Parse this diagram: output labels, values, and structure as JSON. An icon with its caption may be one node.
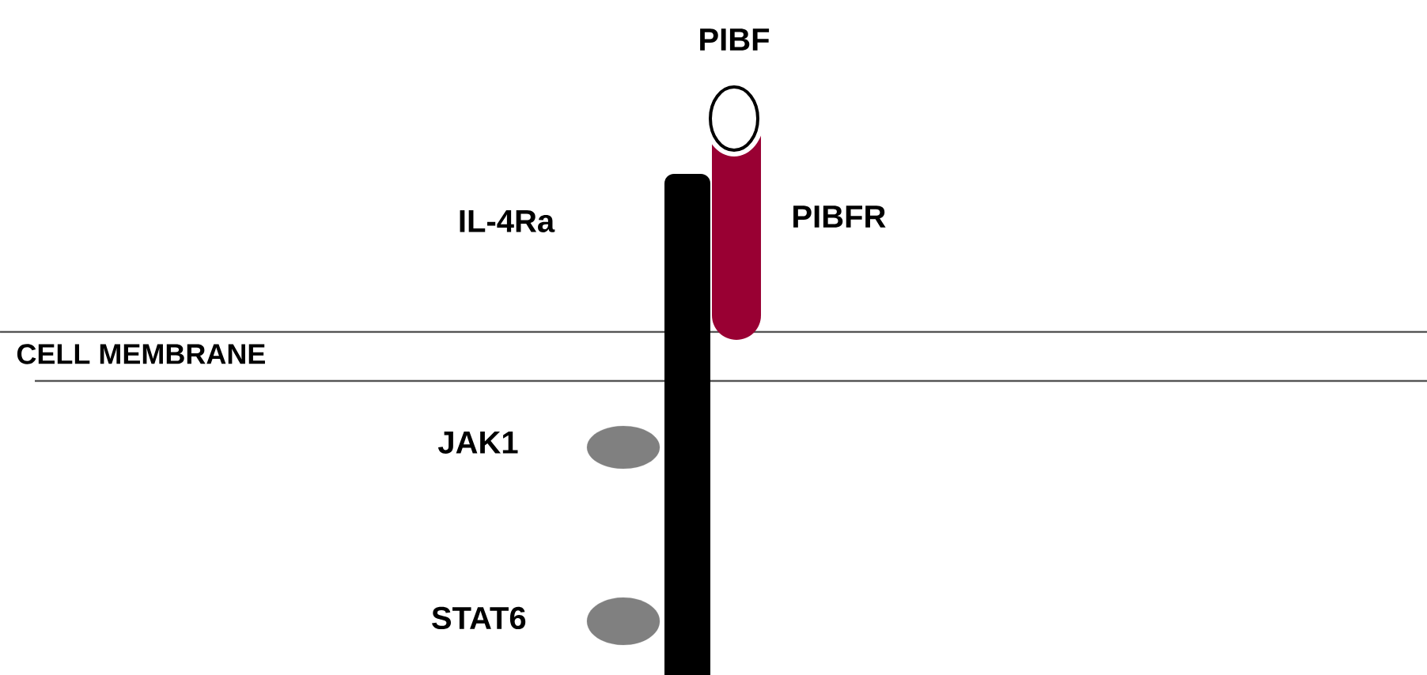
{
  "diagram": {
    "nodes": [
      {
        "text": [],
        "shape": "bar",
        "beside": [
          "IL-4Ra"
        ]
      },
      {
        "text": [],
        "shape": "bar",
        "beside": [
          "PIBFR"
        ]
      },
      {
        "text": [],
        "shape": "circle",
        "beside": [
          "PIBF"
        ]
      },
      {
        "text": [],
        "shape": "circle",
        "beside": [
          "JAK1"
        ]
      },
      {
        "text": [],
        "shape": "circle",
        "beside": [
          "STAT6"
        ]
      }
    ],
    "labels": [
      "CELL MEMBRANE"
    ]
  }
}
